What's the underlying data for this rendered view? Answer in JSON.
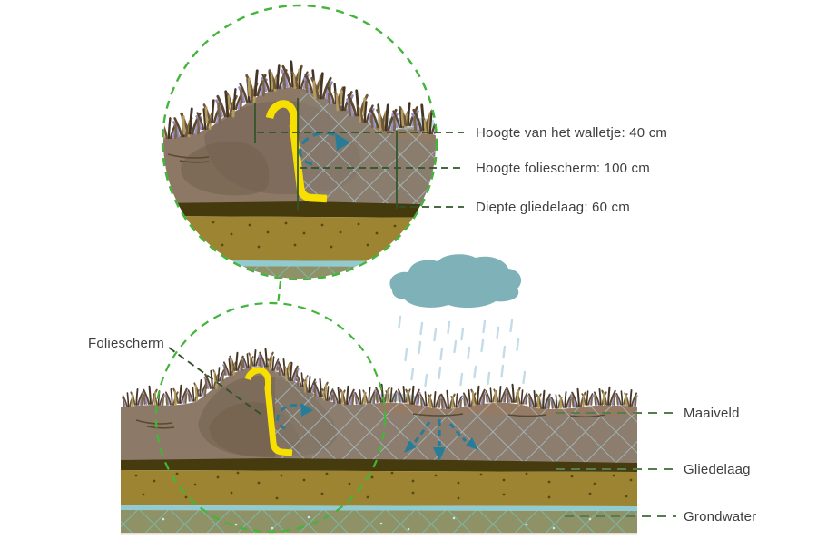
{
  "magnified_view": {
    "measurements": [
      "Hoogte van het walletje: 40 cm",
      "Hoogte foliescherm: 100 cm",
      "Diepte gliedelaag: 60 cm"
    ]
  },
  "overview": {
    "foil_label": "Foliescherm",
    "layer_labels": [
      "Maaiveld",
      "Gliedelaag",
      "Grondwater"
    ]
  },
  "icons": {
    "rain_cloud": "rain-cloud-icon",
    "circulation_arrow": "circulation-arrow-icon",
    "infiltration_arrows": "infiltration-arrows-icon",
    "magnifier_circle": "zoom-circle-outline"
  },
  "colors": {
    "accent_green": "#43b53a",
    "measure_line_green": "#2e5429",
    "leader_green": "#567d50",
    "foil_yellow": "#f7df00",
    "arrow_teal": "#267d99",
    "topsoil_brown": "#8d7866",
    "gliedelaag_dark": "#443a0e",
    "subsoil_olive": "#9c8433",
    "groundwater_blue": "#90cbd1",
    "text": "#3e3e3e"
  }
}
